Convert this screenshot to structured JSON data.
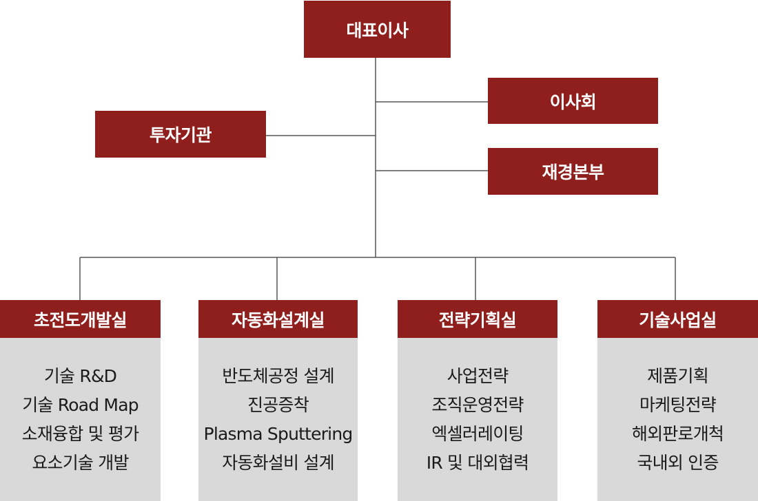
{
  "ceo": {
    "label": "대표이사"
  },
  "board": {
    "label": "이사회"
  },
  "investor": {
    "label": "투자기관"
  },
  "finance": {
    "label": "재경본부"
  },
  "departments": [
    {
      "title": "초전도개발실",
      "items": [
        "기술 R&D",
        "기술 Road Map",
        "소재융합 및 평가",
        "요소기술 개발"
      ]
    },
    {
      "title": "자동화설계실",
      "items": [
        "반도체공정 설계",
        "진공증착",
        "Plasma Sputtering",
        "자동화설비 설계"
      ]
    },
    {
      "title": "전략기획실",
      "items": [
        "사업전략",
        "조직운영전략",
        "엑셀러레이팅",
        "IR 및 대외협력"
      ]
    },
    {
      "title": "기술사업실",
      "items": [
        "제품기획",
        "마케팅전략",
        "해외판로개척",
        "국내외 인증"
      ]
    }
  ],
  "colors": {
    "box": "#8f1f1c",
    "body": "#d9d9d9",
    "line": "#555555"
  }
}
